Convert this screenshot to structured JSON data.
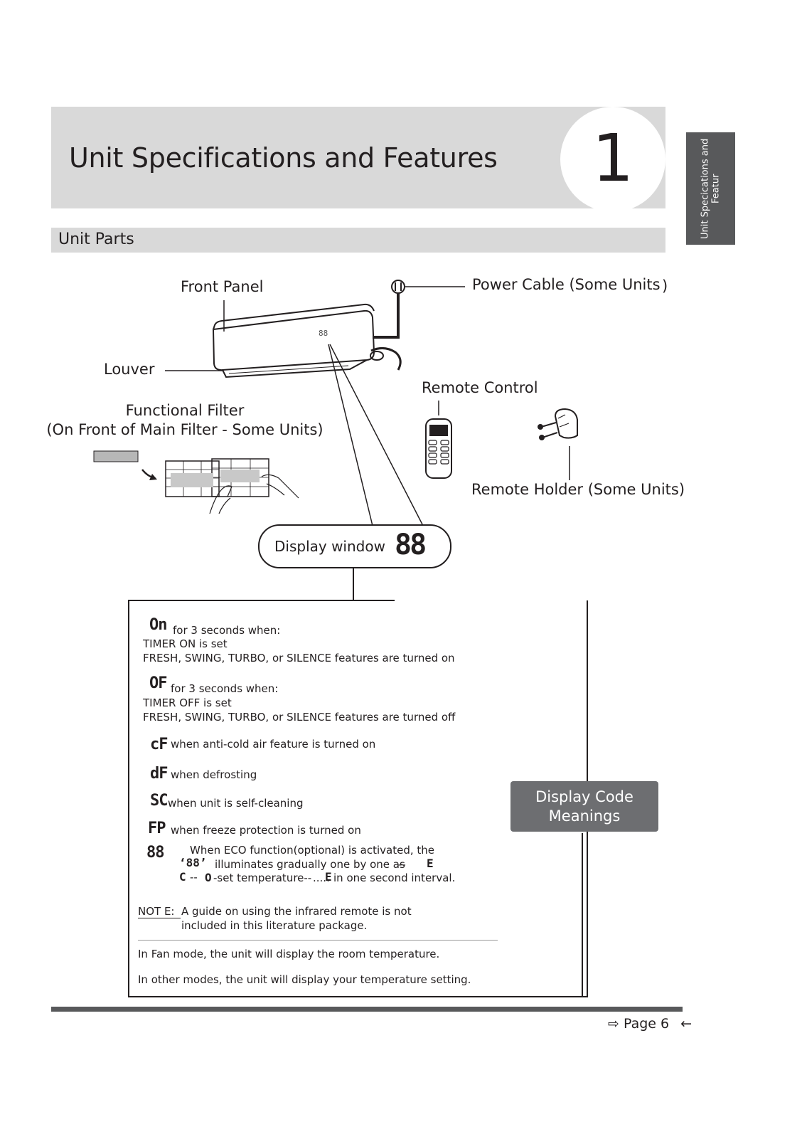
{
  "header": {
    "title": "Unit Specifications and Features",
    "chapter_number": "1"
  },
  "side_tab": {
    "text": "Unit Specications and Featur"
  },
  "section": {
    "title": "Unit Parts"
  },
  "diagram": {
    "front_panel": "Front Panel",
    "power_cable": "Power Cable (Some Units",
    "power_cable_close": ")",
    "louver": "Louver",
    "remote_control": "Remote Control",
    "functional_filter_line1": "Functional Filter",
    "functional_filter_line2": "(On Front of Main Filter - Some Units)",
    "remote_holder": "Remote Holder (Some Units)",
    "display_window": "Display window",
    "display_digits": "88",
    "unit_display": "88"
  },
  "codes": {
    "on": {
      "code": "On",
      "when": "for 3 seconds when:",
      "line1": "TIMER ON is set",
      "line2": "FRESH, SWING, TURBO, or SILENCE features are turned on"
    },
    "of": {
      "code": "OF",
      "when": "for 3 seconds when:",
      "line1": "TIMER OFF is set",
      "line2": "FRESH, SWING, TURBO, or SILENCE features are turned off"
    },
    "cf": {
      "code": "cF",
      "text": "when anti-cold air feature is turned on"
    },
    "df": {
      "code": "dF",
      "text": "when defrosting"
    },
    "sc": {
      "code": "SC",
      "text": "when unit is self-cleaning"
    },
    "fp": {
      "code": "FP",
      "text": "when freeze protection is turned on"
    },
    "eco": {
      "code": "88",
      "line1": "When ECO function(optional) is activated, the",
      "quote_code": "‘88’",
      "line2": "illuminates gradually one by one as",
      "seq_dash1": "--",
      "seq_e": "E",
      "seq_c": "C",
      "seq_dash2": "--",
      "seq_o": "O",
      "line3": "-set temperature--",
      "dots": ".....",
      "seq_e2": "E",
      "line4": "in one second interval."
    },
    "note_label": "NOT E:",
    "note_line1": "A guide on using the infrared remote is not",
    "note_line2": "included in this literature package.",
    "fan_mode": "In Fan mode, the unit will display the room temperature.",
    "other_modes": "In other modes, the unit will display your temperature setting."
  },
  "badge": {
    "line1": "Display Code",
    "line2": "Meanings"
  },
  "footer": {
    "arrow_left": "⇨",
    "page": "Page 6",
    "arrow_right": "←"
  },
  "colors": {
    "header_gray": "#d9d9d9",
    "dark_gray": "#58595b",
    "badge_gray": "#6d6e71",
    "text": "#231f20"
  }
}
